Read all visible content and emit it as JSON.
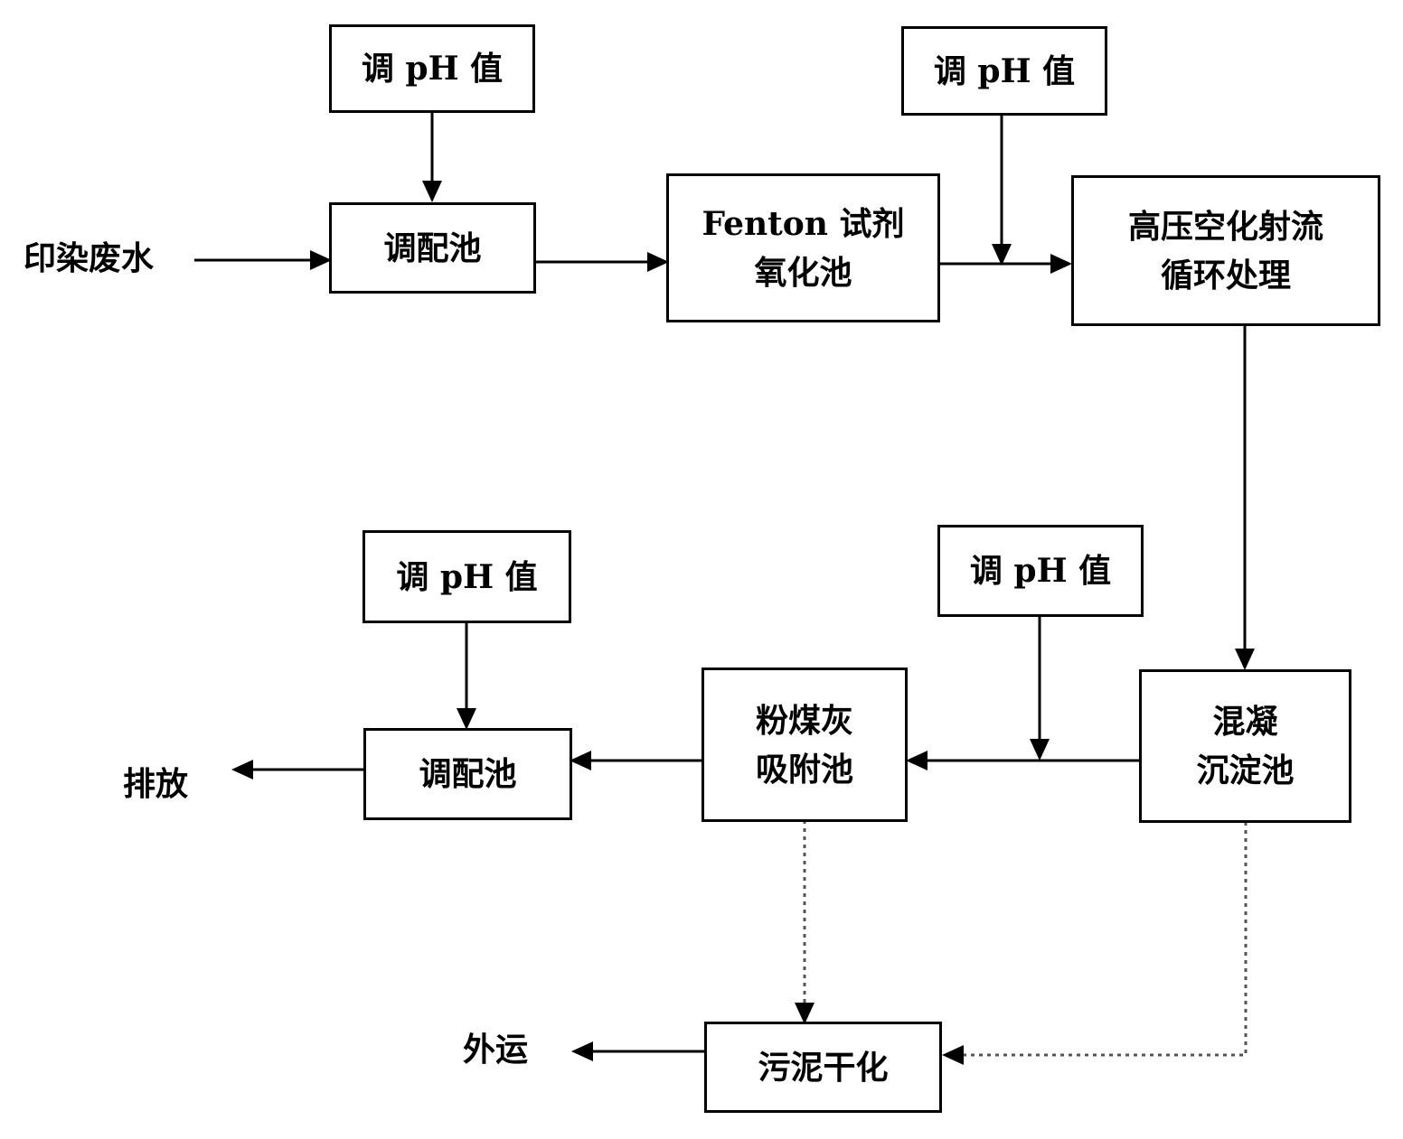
{
  "nodes": {
    "ph_1": {
      "lines": [
        "调 pH 值"
      ]
    },
    "ph_2": {
      "lines": [
        "调 pH 值"
      ]
    },
    "ph_3": {
      "lines": [
        "调 pH 值"
      ]
    },
    "ph_4": {
      "lines": [
        "调 pH 值"
      ]
    },
    "tank_adjust_1": {
      "lines": [
        "调配池"
      ]
    },
    "fenton": {
      "lines": [
        "Fenton 试剂",
        "氧化池"
      ]
    },
    "jet": {
      "lines": [
        "高压空化射流",
        "循环处理"
      ]
    },
    "coag": {
      "lines": [
        "混凝",
        "沉淀池"
      ]
    },
    "flyash": {
      "lines": [
        "粉煤灰",
        "吸附池"
      ]
    },
    "tank_adjust_2": {
      "lines": [
        "调配池"
      ]
    },
    "sludge": {
      "lines": [
        "污泥干化"
      ]
    }
  },
  "labels": {
    "input": "印染废水",
    "discharge": "排放",
    "export": "外运"
  },
  "colors": {
    "stroke": "#000000",
    "dashed": "#555555"
  }
}
